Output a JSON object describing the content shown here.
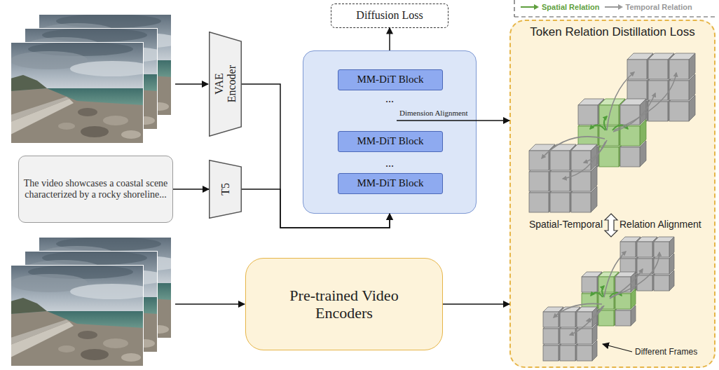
{
  "diagram": {
    "nodes": [
      {
        "text": [
          "VAE Encoder"
        ]
      },
      {
        "text": [
          "The video showcases a coastal scene characterized by a rocky shoreline..."
        ]
      },
      {
        "text": [
          "T5"
        ]
      },
      {
        "text": [
          "...",
          "..."
        ]
      },
      {
        "text": [
          "MM-DiT Block"
        ],
        "in": 3
      },
      {
        "text": [
          "MM-DiT Block"
        ],
        "in": 3
      },
      {
        "text": [
          "MM-DiT Block"
        ],
        "in": 3
      },
      {
        "text": [
          "Diffusion Loss"
        ]
      },
      {
        "text": [
          "Token Relation Distillation Loss"
        ]
      },
      {
        "text": [
          "Pre-trained Video Encoders"
        ]
      }
    ],
    "edges": [
      {
        "from": 0,
        "to": 3,
        "arrow": "to"
      },
      {
        "from": 1,
        "to": 2,
        "arrow": "to"
      },
      {
        "from": 2,
        "to": 3,
        "arrow": "to"
      },
      {
        "from": 3,
        "to": 7,
        "arrow": "to"
      },
      {
        "from": 3,
        "to": 8,
        "label": "Dimension Alignment",
        "arrow": "to"
      },
      {
        "from": 9,
        "to": 8,
        "arrow": "to"
      }
    ],
    "labels": [
      "Spatial-Temporal",
      "Relation Alignment",
      "Different Frames"
    ],
    "legend": [
      {
        "text": "Spatial Relation"
      },
      {
        "text": "Temporal Relation"
      }
    ]
  }
}
